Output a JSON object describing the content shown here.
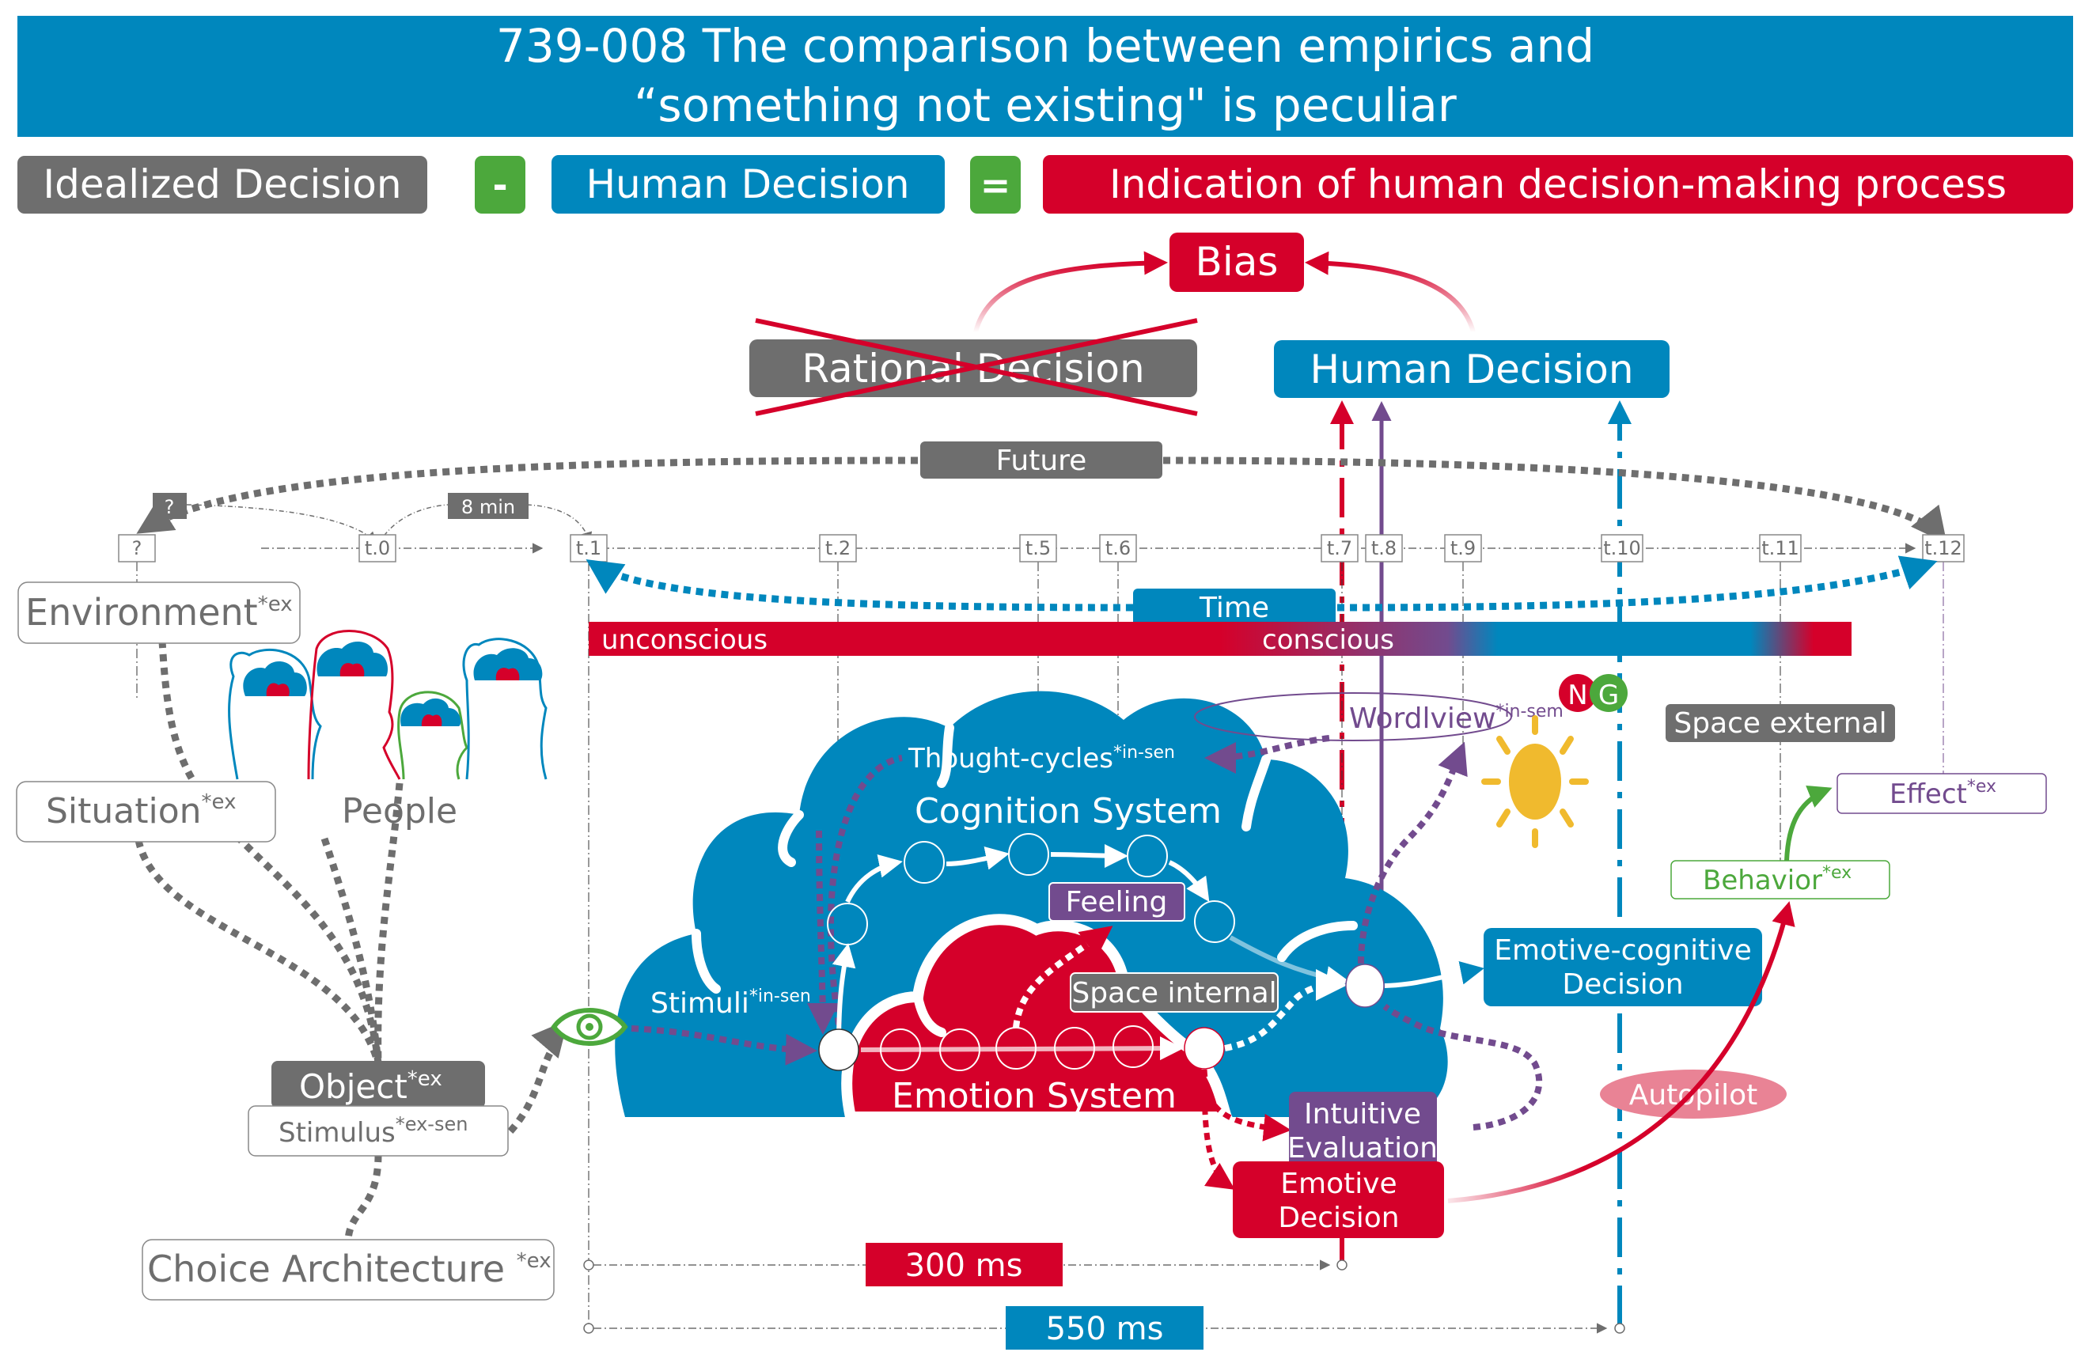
{
  "title": {
    "line1": "739-008 The comparison between empirics and",
    "line2": "“something not existing\" is peculiar"
  },
  "equation": {
    "term1": "Idealized Decision",
    "minus": "-",
    "term2": "Human Decision",
    "equals": "=",
    "result": "Indication of human decision-making process"
  },
  "top": {
    "bias": "Bias",
    "rational_decision": "Rational Decision",
    "human_decision": "Human Decision"
  },
  "timeline": {
    "future": "Future",
    "unknown_interval": "?",
    "interval_8min": "8 min",
    "time": "Time",
    "ticks": [
      "?",
      "t.0",
      "t.1",
      "t.2",
      "t.5",
      "t.6",
      "t.7",
      "t.8",
      "t.9",
      "t.10",
      "t.11",
      "t.12"
    ],
    "unconscious": "unconscious",
    "conscious": "conscious"
  },
  "left": {
    "environment": "Environment",
    "environment_sup": "*ex",
    "situation": "Situation",
    "situation_sup": "*ex",
    "people": "People",
    "object": "Object",
    "object_sup": "*ex",
    "stimulus": "Stimulus",
    "stimulus_sup": "*ex-sen",
    "choice_architecture": "Choice Architecture ",
    "choice_architecture_sup": "*ex"
  },
  "brain": {
    "thought_cycles": "Thought-cycles",
    "thought_cycles_sup": "*in-sen",
    "cognition_system": "Cognition System",
    "feeling": "Feeling",
    "stimuli": "Stimuli",
    "stimuli_sup": "*in-sen",
    "space_internal": "Space internal",
    "emotion_system": "Emotion System"
  },
  "right": {
    "worldview": "Wordlview",
    "worldview_sup": "*in-sem",
    "badge_n": "N",
    "badge_g": "G",
    "space_external": "Space external",
    "effect": "Effect",
    "effect_sup": "*ex",
    "behavior": "Behavior",
    "behavior_sup": "*ex",
    "emotive_cognitive_decision": [
      "Emotive-cognitive",
      "Decision"
    ],
    "intuitive_evaluation": [
      "Intuitive",
      "Evaluation"
    ],
    "emotive_decision": [
      "Emotive",
      "Decision"
    ],
    "autopilot": "Autopilot"
  },
  "durations": {
    "short": "300  ms",
    "long": "550  ms"
  },
  "colors": {
    "blue": "#0087BD",
    "red": "#D5002A",
    "gray": "#6E6E6E",
    "green": "#4CA83C",
    "purple": "#724B8E",
    "yellow": "#F0BA2E",
    "pink": "#E98395"
  }
}
